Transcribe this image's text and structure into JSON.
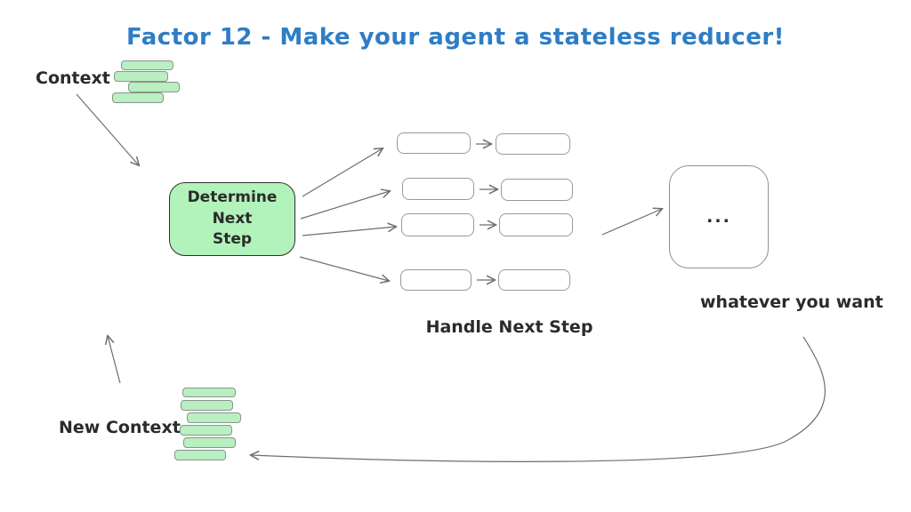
{
  "title": "Factor 12 - Make your agent a stateless reducer!",
  "nodes": {
    "context_label": "Context",
    "new_context_label": "New Context",
    "determine_lines": [
      "Determine",
      "Next",
      "Step"
    ],
    "handle_next_step_label": "Handle Next Step",
    "result_box_text": "...",
    "whatever_label": "whatever you want"
  },
  "icons": {
    "context_stack": "stacked-green-bars",
    "new_context_stack": "stacked-green-bars",
    "arrows": "hand-drawn-arrows"
  },
  "colors": {
    "title_blue": "#2e7dc5",
    "node_green_fill": "#b2f2bb",
    "node_green_border": "#2f2f2f",
    "bar_green_fill": "#b9efc1",
    "bar_border": "#8a958c",
    "flow_rect_border": "#9a9a9a",
    "arrow_stroke": "#6e6e6e",
    "text_dark": "#2b2b2b",
    "background": "#ffffff"
  }
}
